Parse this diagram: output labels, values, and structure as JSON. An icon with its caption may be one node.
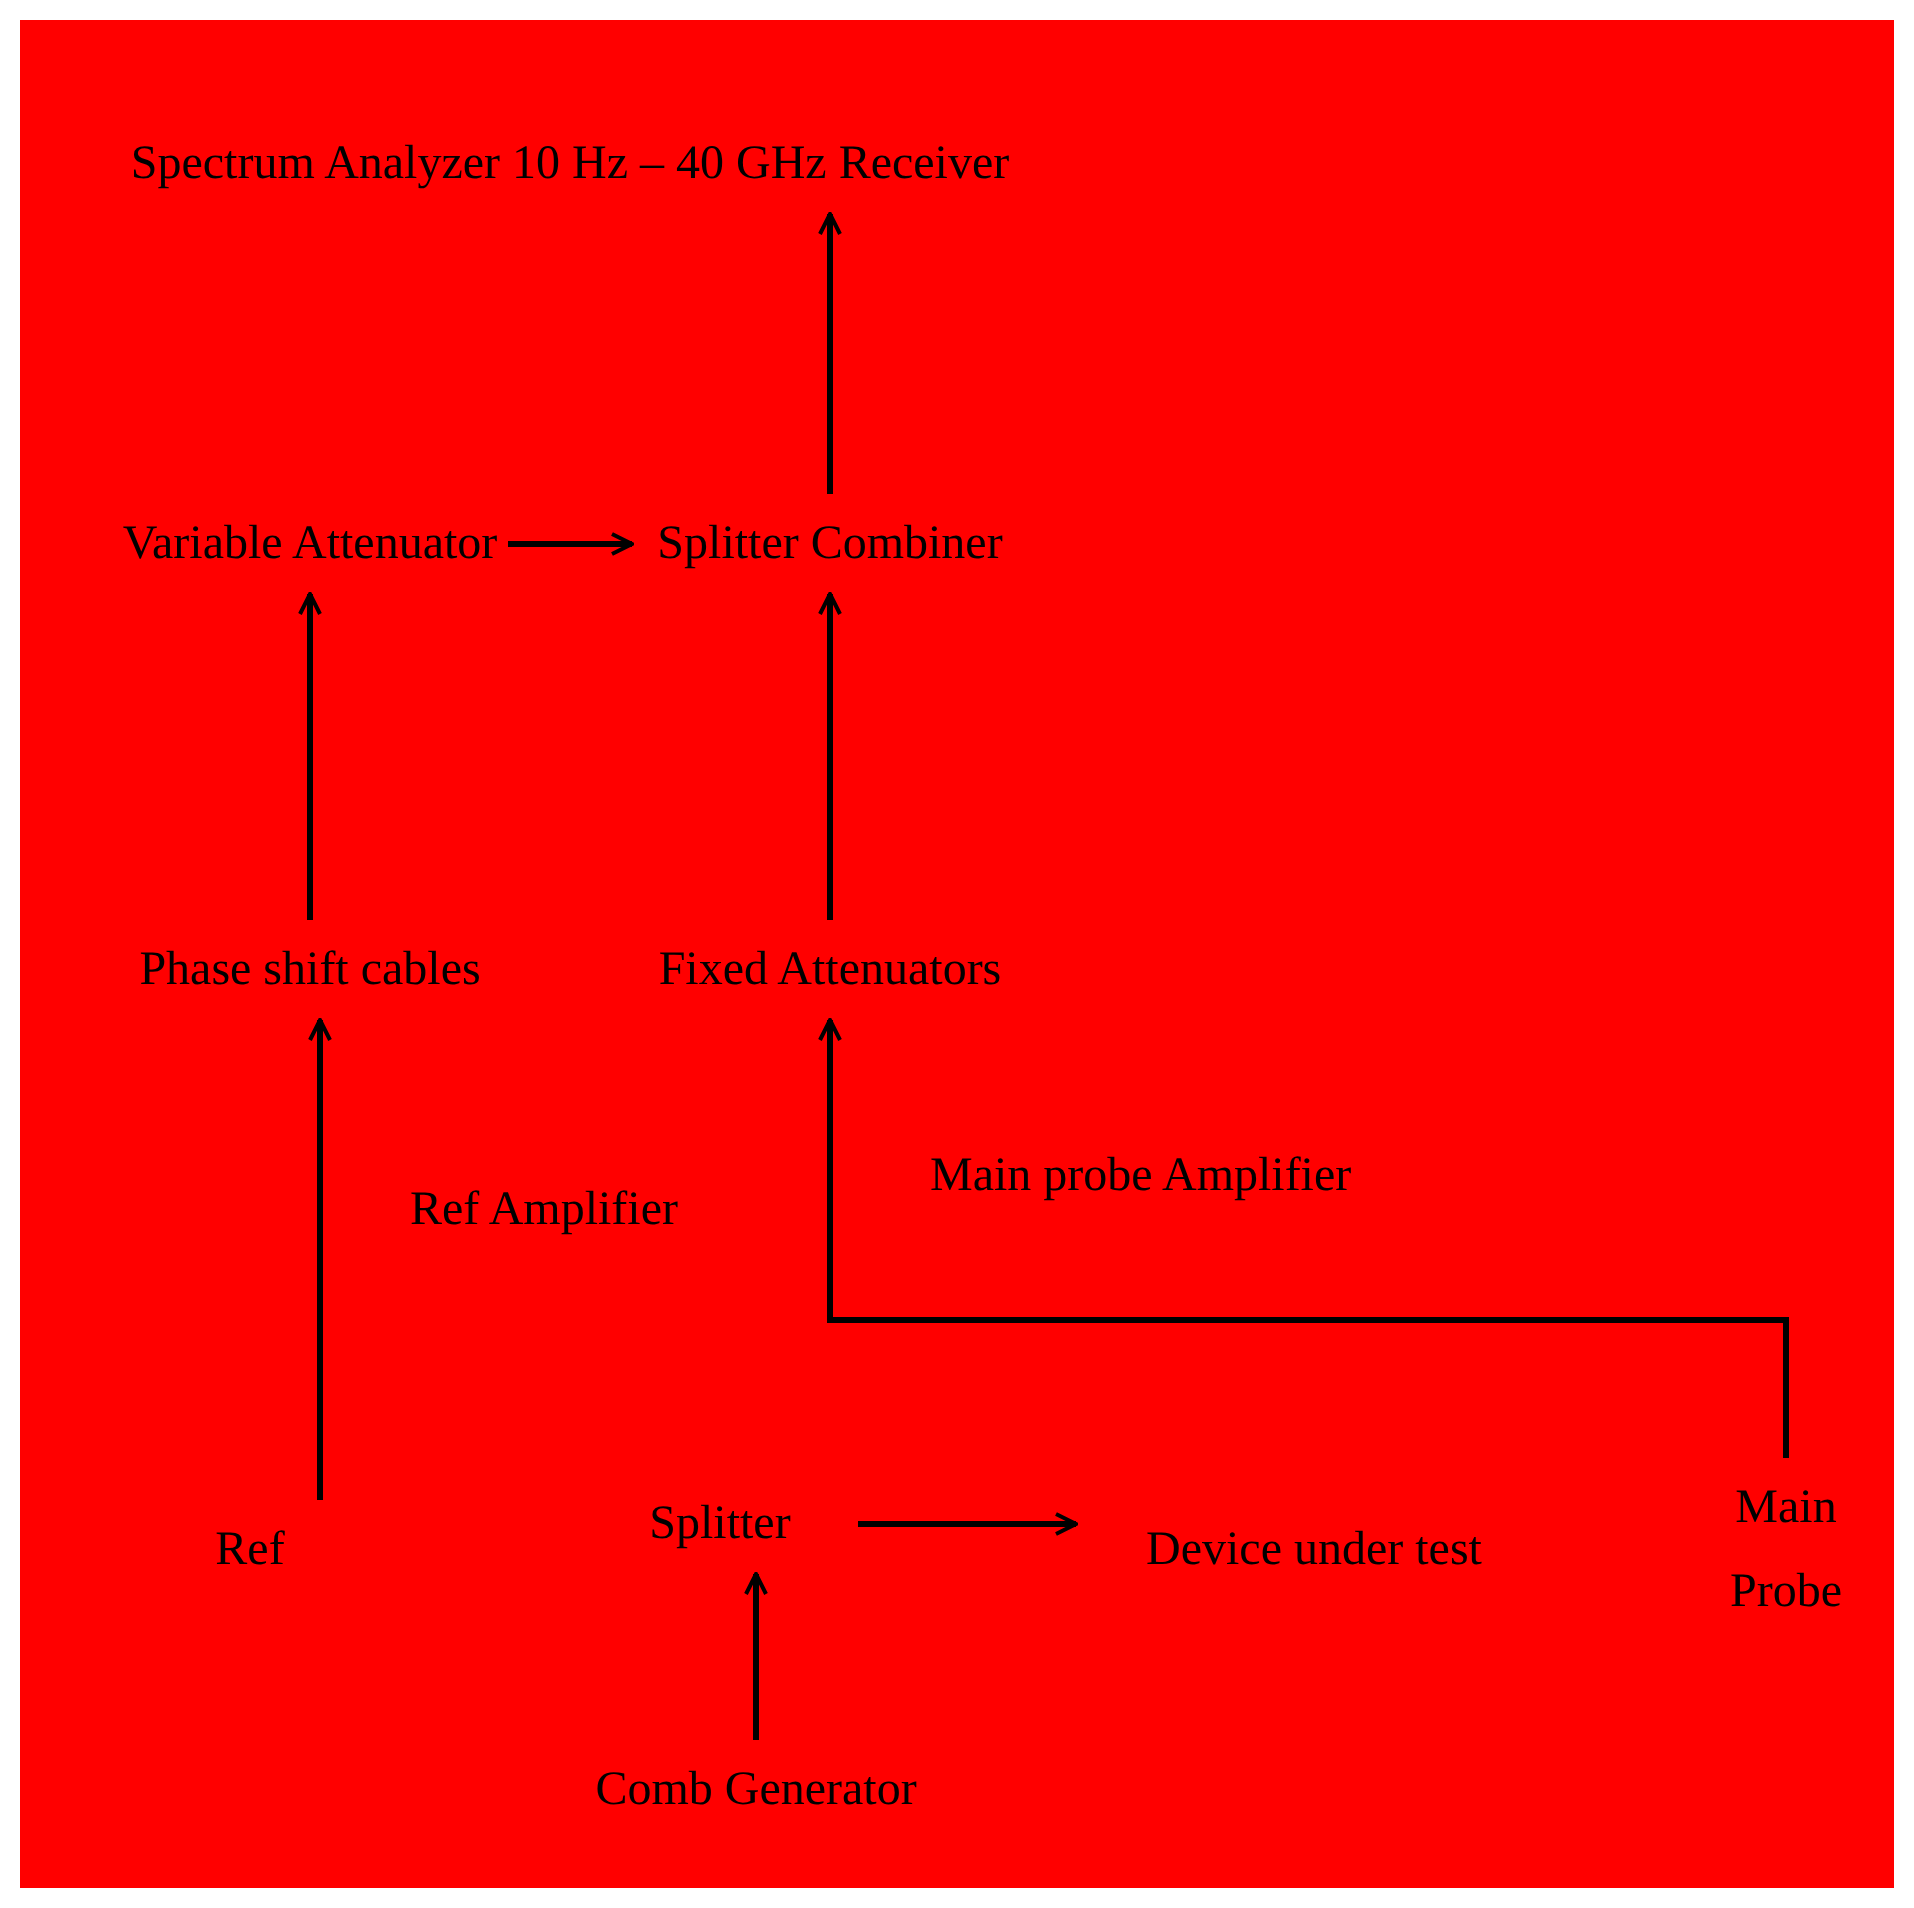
{
  "diagram": {
    "nodes": [
      {
        "text": [
          "Spectrum Analyzer 10 Hz – 40 GHz Receiver"
        ]
      },
      {
        "text": [
          "Variable Attenuator"
        ]
      },
      {
        "text": [
          "Splitter Combiner"
        ]
      },
      {
        "text": [
          "Phase shift cables"
        ]
      },
      {
        "text": [
          "Fixed Attenuators"
        ]
      },
      {
        "text": [
          "Ref"
        ]
      },
      {
        "text": [
          "Splitter"
        ]
      },
      {
        "text": [
          "Device under test"
        ]
      },
      {
        "text": [
          "Main Probe"
        ]
      },
      {
        "text": [
          "Comb Generator"
        ]
      }
    ],
    "edges": [
      {
        "from": 5,
        "to": 3,
        "arrow": "to",
        "label": "Ref Amplifier"
      },
      {
        "from": 3,
        "to": 1,
        "arrow": "to"
      },
      {
        "from": 1,
        "to": 2,
        "arrow": "to"
      },
      {
        "from": 4,
        "to": 2,
        "arrow": "to"
      },
      {
        "from": 2,
        "to": 0,
        "arrow": "to"
      },
      {
        "from": 8,
        "to": 4,
        "arrow": "to",
        "label": "Main probe Amplifier"
      },
      {
        "from": 6,
        "to": 7,
        "arrow": "to"
      },
      {
        "from": 9,
        "to": 6,
        "arrow": "to"
      }
    ]
  }
}
